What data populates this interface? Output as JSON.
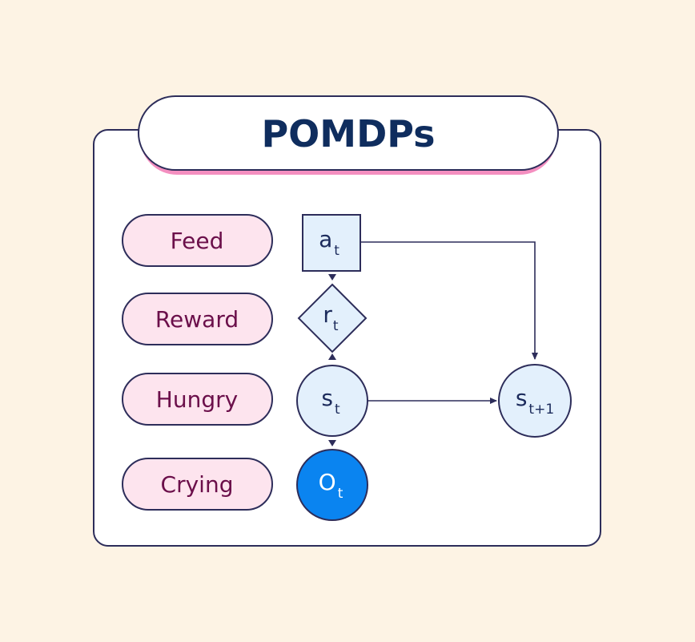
{
  "title": "POMDPs",
  "labels": [
    "Feed",
    "Reward",
    "Hungry",
    "Crying"
  ],
  "nodes": {
    "action": {
      "symbol": "a",
      "sub": "t"
    },
    "reward": {
      "symbol": "r",
      "sub": "t"
    },
    "state": {
      "symbol": "s",
      "sub": "t"
    },
    "observation": {
      "symbol": "O",
      "sub": "t"
    },
    "next_state": {
      "symbol": "s",
      "sub": "t+1"
    }
  },
  "colors": {
    "background": "#fdf3e4",
    "outline": "#2d2d5a",
    "label_fill": "#fde4ee",
    "label_text": "#6b0f4a",
    "node_fill": "#e3f0fc",
    "observation_fill": "#0a84f0",
    "title_text": "#0f2d5e",
    "title_shadow": "#f48fc0"
  }
}
